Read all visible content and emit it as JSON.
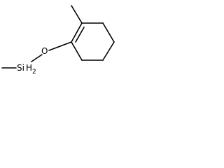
{
  "molecule": {
    "atoms": {
      "oxygen": "O",
      "silicon": "Si",
      "silicon_h": "H",
      "silicon_h_count": "2"
    }
  },
  "colors": {
    "bond": "#000000",
    "background": "#ffffff"
  }
}
